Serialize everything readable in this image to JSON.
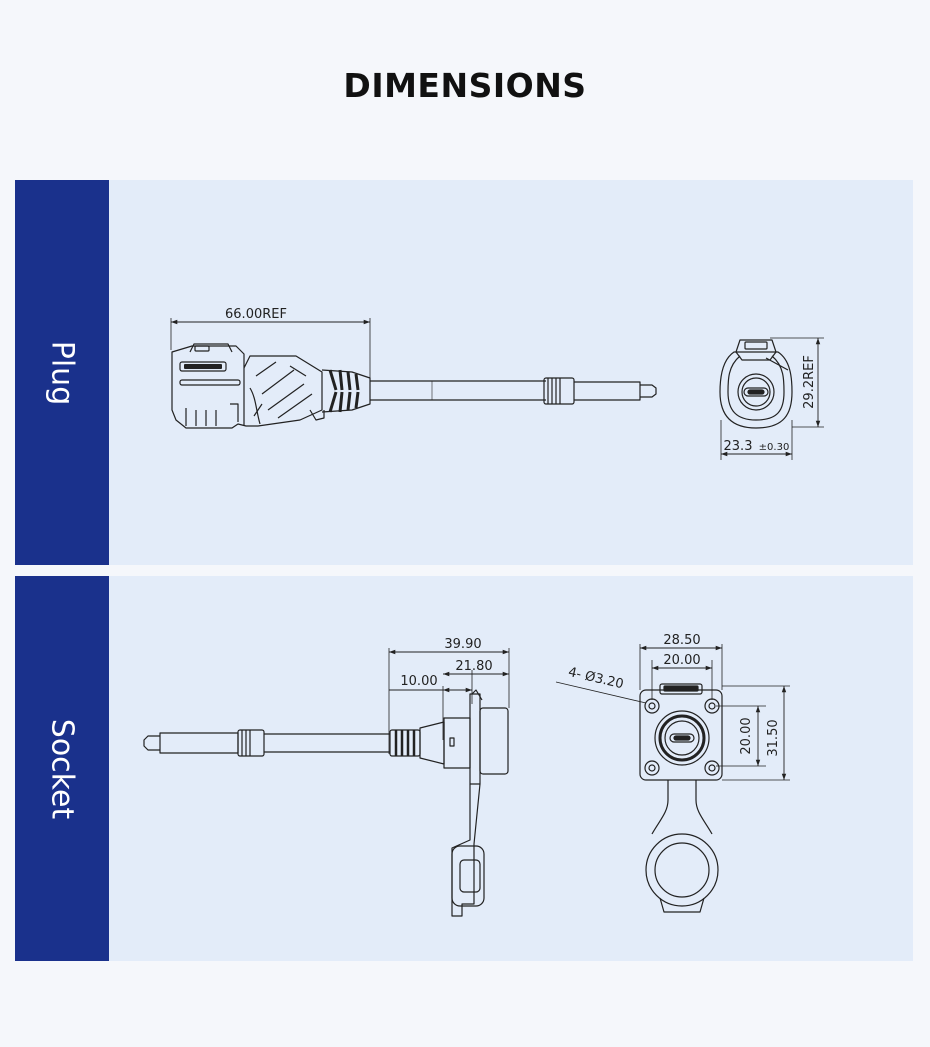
{
  "title": "DIMENSIONS",
  "plug": {
    "label": "Plug",
    "dims": {
      "length": "66.00REF",
      "height": "29.2REF",
      "width": "23.3",
      "width_tol": "±0.30"
    }
  },
  "socket": {
    "label": "Socket",
    "dims": {
      "overall": "39.90",
      "mid": "21.80",
      "short": "10.00",
      "flange_w": "28.50",
      "hole_spacing_w": "20.00",
      "holes": "4- Ø3.20",
      "hole_spacing_h": "20.00",
      "flange_h": "31.50"
    }
  },
  "colors": {
    "sidebar": "#1a318c",
    "panel": "#e3ecf9",
    "background": "#f5f7fb",
    "line": "#222222"
  }
}
